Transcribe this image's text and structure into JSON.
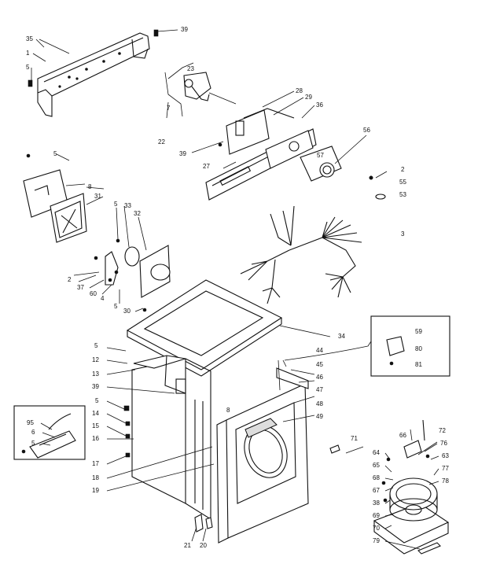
{
  "callouts": [
    {
      "id": "c35",
      "text": "35"
    },
    {
      "id": "c1",
      "text": "1"
    },
    {
      "id": "c5a",
      "text": "5"
    },
    {
      "id": "c39a",
      "text": "39"
    },
    {
      "id": "c23",
      "text": "23"
    },
    {
      "id": "c7",
      "text": "7"
    },
    {
      "id": "c22",
      "text": "22"
    },
    {
      "id": "c28",
      "text": "28"
    },
    {
      "id": "c29",
      "text": "29"
    },
    {
      "id": "c36",
      "text": "36"
    },
    {
      "id": "c39b",
      "text": "39"
    },
    {
      "id": "c27",
      "text": "27"
    },
    {
      "id": "c56",
      "text": "56"
    },
    {
      "id": "c57",
      "text": "57"
    },
    {
      "id": "c2a",
      "text": "2"
    },
    {
      "id": "c55",
      "text": "55"
    },
    {
      "id": "c53",
      "text": "53"
    },
    {
      "id": "c5b",
      "text": "5"
    },
    {
      "id": "c8",
      "text": "8"
    },
    {
      "id": "c31",
      "text": "31"
    },
    {
      "id": "c5c",
      "text": "5"
    },
    {
      "id": "c33",
      "text": "33"
    },
    {
      "id": "c32",
      "text": "32"
    },
    {
      "id": "c3",
      "text": "3"
    },
    {
      "id": "c2b",
      "text": "2"
    },
    {
      "id": "c37",
      "text": "37"
    },
    {
      "id": "c60",
      "text": "60"
    },
    {
      "id": "c4",
      "text": "4"
    },
    {
      "id": "c5d",
      "text": "5"
    },
    {
      "id": "c30",
      "text": "30"
    },
    {
      "id": "c34",
      "text": "34"
    },
    {
      "id": "c59",
      "text": "59"
    },
    {
      "id": "c80",
      "text": "80"
    },
    {
      "id": "c81",
      "text": "81"
    },
    {
      "id": "c5e",
      "text": "5"
    },
    {
      "id": "c12",
      "text": "12"
    },
    {
      "id": "c13",
      "text": "13"
    },
    {
      "id": "c39c",
      "text": "39"
    },
    {
      "id": "c5f",
      "text": "5"
    },
    {
      "id": "c14",
      "text": "14"
    },
    {
      "id": "c15",
      "text": "15"
    },
    {
      "id": "c16",
      "text": "16"
    },
    {
      "id": "c17",
      "text": "17"
    },
    {
      "id": "c18",
      "text": "18"
    },
    {
      "id": "c19",
      "text": "19"
    },
    {
      "id": "c44",
      "text": "44"
    },
    {
      "id": "c45",
      "text": "45"
    },
    {
      "id": "c46",
      "text": "46"
    },
    {
      "id": "c47",
      "text": "47"
    },
    {
      "id": "c48",
      "text": "48"
    },
    {
      "id": "c49",
      "text": "49"
    },
    {
      "id": "c8b",
      "text": "8"
    },
    {
      "id": "c95",
      "text": "95"
    },
    {
      "id": "c6",
      "text": "6"
    },
    {
      "id": "c5g",
      "text": "5"
    },
    {
      "id": "c71",
      "text": "71"
    },
    {
      "id": "c72",
      "text": "72"
    },
    {
      "id": "c66",
      "text": "66"
    },
    {
      "id": "c76",
      "text": "76"
    },
    {
      "id": "c64",
      "text": "64"
    },
    {
      "id": "c63",
      "text": "63"
    },
    {
      "id": "c65",
      "text": "65"
    },
    {
      "id": "c77",
      "text": "77"
    },
    {
      "id": "c68",
      "text": "68"
    },
    {
      "id": "c78",
      "text": "78"
    },
    {
      "id": "c67",
      "text": "67"
    },
    {
      "id": "c38",
      "text": "38"
    },
    {
      "id": "c69",
      "text": "69"
    },
    {
      "id": "c70",
      "text": "70"
    },
    {
      "id": "c79",
      "text": "79"
    },
    {
      "id": "c21",
      "text": "21"
    },
    {
      "id": "c20",
      "text": "20"
    }
  ]
}
